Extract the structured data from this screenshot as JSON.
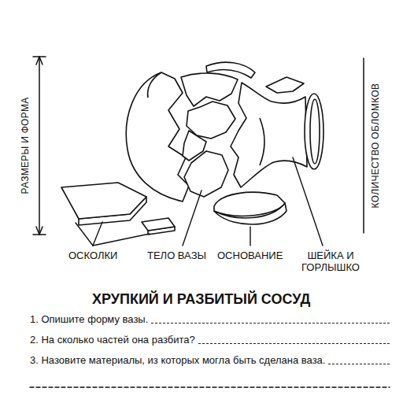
{
  "diagram": {
    "title": "ХРУПКИЙ И РАЗБИТЫЙ СОСУД",
    "labels": [
      "РАЗМЕРЫ И ФОРМА",
      "КОЛИЧЕСТВО ОБЛОМКОВ",
      "ОСКОЛКИ",
      "ТЕЛО ВАЗЫ",
      "ОСНОВАНИЕ",
      "ШЕЙКА И ГОРЛЫШКО",
      "1. Опишите форму вазы.",
      "2. На сколько частей она разбита?",
      "3. Назовите материалы, из которых могла быть сделана ваза."
    ]
  }
}
